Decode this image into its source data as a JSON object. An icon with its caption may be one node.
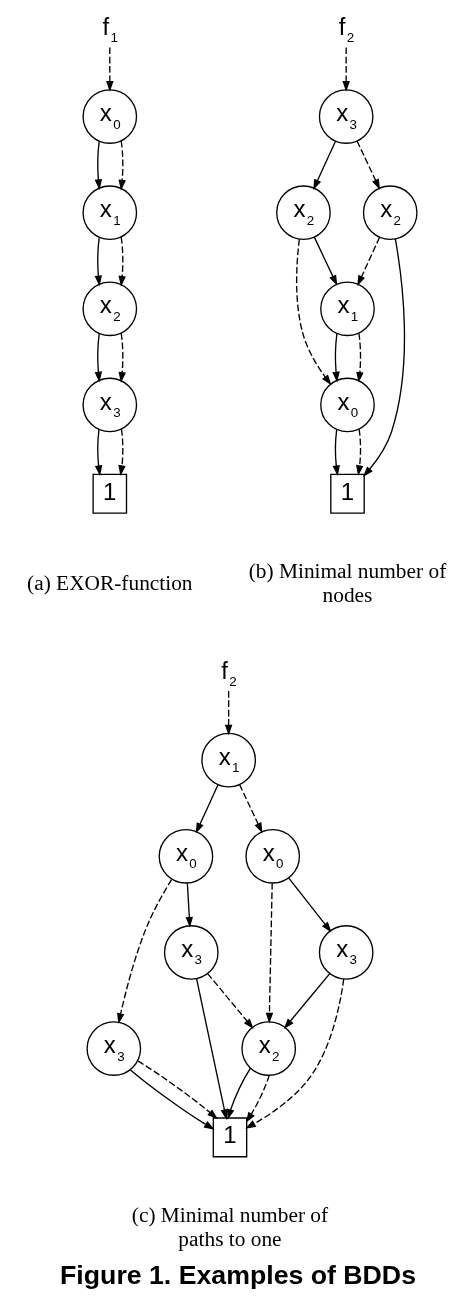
{
  "diagram": {
    "caption": "Figure 1. Examples of BDDs",
    "nodes": [
      {
        "text": [
          "f$_{1}$"
        ]
      },
      {
        "text": [
          "x$_{0}$"
        ]
      },
      {
        "text": [
          "x$_{1}$"
        ]
      },
      {
        "text": [
          "x$_{2}$"
        ]
      },
      {
        "text": [
          "x$_{3}$"
        ]
      },
      {
        "text": [
          "1"
        ]
      },
      {
        "text": [
          "f$_{2}$"
        ]
      },
      {
        "text": [
          "x$_{3}$"
        ]
      },
      {
        "text": [
          "x$_{2}$"
        ]
      },
      {
        "text": [
          "x$_{2}$"
        ]
      },
      {
        "text": [
          "x$_{1}$"
        ]
      },
      {
        "text": [
          "x$_{0}$"
        ]
      },
      {
        "text": [
          "1"
        ]
      },
      {
        "text": [
          "f$_{2}$"
        ]
      },
      {
        "text": [
          "x$_{1}$"
        ]
      },
      {
        "text": [
          "x$_{0}$"
        ]
      },
      {
        "text": [
          "x$_{0}$"
        ]
      },
      {
        "text": [
          "x$_{3}$"
        ]
      },
      {
        "text": [
          "x$_{3}$"
        ]
      },
      {
        "text": [
          "x$_{3}$"
        ]
      },
      {
        "text": [
          "x$_{2}$"
        ]
      },
      {
        "text": [
          "1"
        ]
      }
    ],
    "edges": [
      {
        "from": 0,
        "to": 1,
        "arrow": "to",
        "style": "dashed"
      },
      {
        "from": 1,
        "to": 2,
        "arrow": "to"
      },
      {
        "from": 1,
        "to": 2,
        "arrow": "to",
        "style": "dashed"
      },
      {
        "from": 2,
        "to": 3,
        "arrow": "to"
      },
      {
        "from": 2,
        "to": 3,
        "arrow": "to",
        "style": "dashed"
      },
      {
        "from": 3,
        "to": 4,
        "arrow": "to"
      },
      {
        "from": 3,
        "to": 4,
        "arrow": "to",
        "style": "dashed"
      },
      {
        "from": 4,
        "to": 5,
        "arrow": "to"
      },
      {
        "from": 4,
        "to": 5,
        "arrow": "to",
        "style": "dashed"
      },
      {
        "from": 6,
        "to": 7,
        "arrow": "to",
        "style": "dashed"
      },
      {
        "from": 7,
        "to": 8,
        "arrow": "to"
      },
      {
        "from": 7,
        "to": 9,
        "arrow": "to",
        "style": "dashed"
      },
      {
        "from": 8,
        "to": 10,
        "arrow": "to"
      },
      {
        "from": 8,
        "to": 11,
        "arrow": "to",
        "style": "dashed"
      },
      {
        "from": 9,
        "to": 10,
        "arrow": "to",
        "style": "dashed"
      },
      {
        "from": 9,
        "to": 12,
        "arrow": "to"
      },
      {
        "from": 10,
        "to": 11,
        "arrow": "to"
      },
      {
        "from": 10,
        "to": 11,
        "arrow": "to",
        "style": "dashed"
      },
      {
        "from": 11,
        "to": 12,
        "arrow": "to"
      },
      {
        "from": 11,
        "to": 12,
        "arrow": "to",
        "style": "dashed"
      },
      {
        "from": 13,
        "to": 14,
        "arrow": "to",
        "style": "dashed"
      },
      {
        "from": 14,
        "to": 15,
        "arrow": "to"
      },
      {
        "from": 14,
        "to": 16,
        "arrow": "to",
        "style": "dashed"
      },
      {
        "from": 15,
        "to": 17,
        "arrow": "to",
        "style": "dashed"
      },
      {
        "from": 15,
        "to": 18,
        "arrow": "to"
      },
      {
        "from": 16,
        "to": 20,
        "arrow": "to",
        "style": "dashed"
      },
      {
        "from": 16,
        "to": 19,
        "arrow": "to"
      },
      {
        "from": 17,
        "to": 21,
        "arrow": "to"
      },
      {
        "from": 17,
        "to": 21,
        "arrow": "to",
        "style": "dashed"
      },
      {
        "from": 18,
        "to": 21,
        "arrow": "to"
      },
      {
        "from": 18,
        "to": 20,
        "arrow": "to",
        "style": "dashed"
      },
      {
        "from": 19,
        "to": 20,
        "arrow": "to"
      },
      {
        "from": 19,
        "to": 21,
        "arrow": "to",
        "style": "dashed"
      },
      {
        "from": 20,
        "to": 21,
        "arrow": "to"
      },
      {
        "from": 20,
        "to": 21,
        "arrow": "to",
        "style": "dashed"
      }
    ],
    "labels": [
      "(a) EXOR-function",
      "(b) Minimal number of nodes",
      "(c) Minimal number of paths to one"
    ]
  }
}
